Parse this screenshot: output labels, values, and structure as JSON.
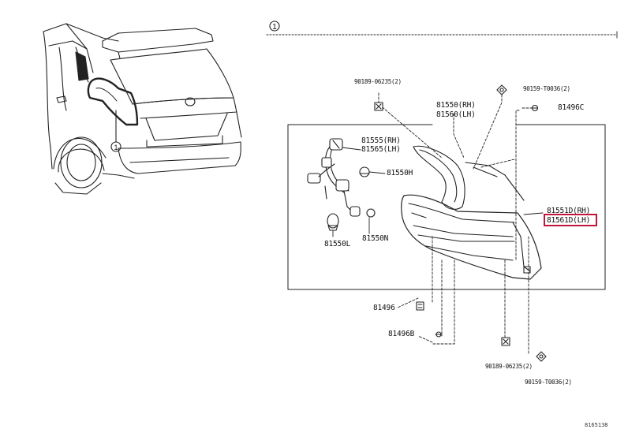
{
  "section_marker": "1",
  "callout_vehicle": "1",
  "parts": {
    "p90189_top": "90189-06235(2)",
    "p90159_top": "90159-T0036(2)",
    "p81550_rh": "81550(RH)",
    "p81560_lh": "81560(LH)",
    "p81496c": "81496C",
    "p81555_rh": "81555(RH)",
    "p81565_lh": "81565(LH)",
    "p81550h": "81550H",
    "p81551d_rh": "81551D(RH)",
    "p81561d_lh": "81561D(LH)",
    "p81550l": "81550L",
    "p81550n": "81550N",
    "p81496": "81496",
    "p81496b": "81496B",
    "p90189_bottom": "90189-06235(2)",
    "p90159_bottom": "90159-T0036(2)"
  },
  "highlight_color": "#c0143c",
  "drawing_code": "8165138"
}
